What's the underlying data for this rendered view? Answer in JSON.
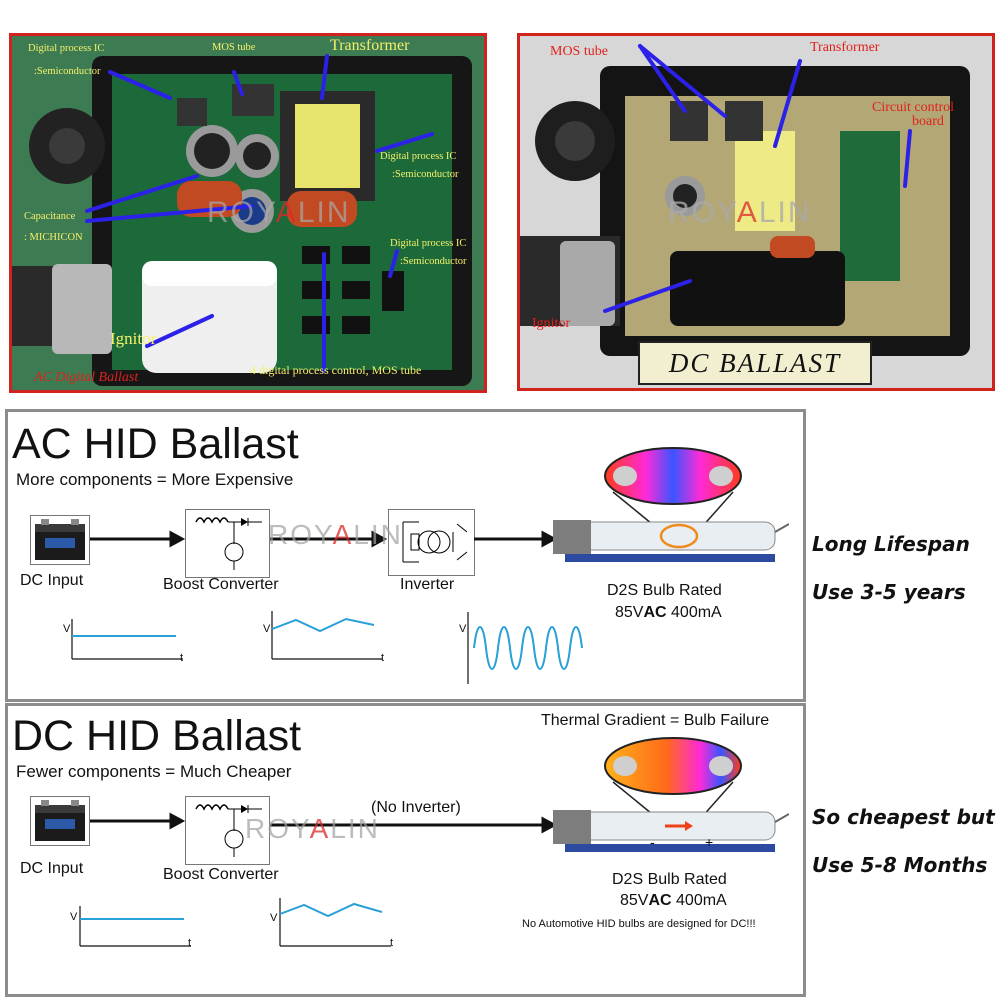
{
  "colors": {
    "frame_red": "#d0231d",
    "panel_gray": "#8c8c8c",
    "arrow_blue": "#2c21e8",
    "wave_blue": "#2aa0d8",
    "pcb_green": "#1f6b3a",
    "ann_yellow": "#f5f06a"
  },
  "watermark": {
    "pre": "ROY",
    "mid": "A",
    "post": "LIN"
  },
  "ac_photo": {
    "labels": {
      "dp_ic1": "Digital process IC",
      "semi1": ":Semiconductor",
      "mos": "MOS tube",
      "transformer": "Transformer",
      "dp_ic2": "Digital process IC",
      "semi2": ":Semiconductor",
      "capacitance": "Capacitance",
      "michicon": ": MICHICON",
      "dp_ic3": "Digital process IC",
      "semi3": ":Semiconductor",
      "ignitor": "Ignitor",
      "mos4": "4 digital process control, MOS tube",
      "caption": "AC Digital Ballast"
    }
  },
  "dc_photo": {
    "labels": {
      "mos": "MOS tube",
      "transformer": "Transformer",
      "circuit": "Circuit control",
      "board": "board",
      "ignitor": "Ignitor",
      "caption": "DC BALLAST"
    }
  },
  "ac_panel": {
    "title": "AC HID Ballast",
    "subtitle": "More components = More Expensive",
    "dc_input": "DC Input",
    "boost": "Boost Converter",
    "inverter": "Inverter",
    "bulb_line1": "D2S Bulb Rated",
    "bulb_pre": "85V",
    "bulb_ac": "AC",
    "bulb_post": " 400mA",
    "axis_v": "V",
    "axis_t": "t"
  },
  "dc_panel": {
    "title": "DC HID Ballast",
    "subtitle": "Fewer components = Much Cheaper",
    "thermal": "Thermal Gradient = Bulb Failure",
    "no_inverter": "(No Inverter)",
    "dc_input": "DC Input",
    "boost": "Boost Converter",
    "bulb_line1": "D2S Bulb Rated",
    "bulb_pre": "85V",
    "bulb_ac": "AC",
    "bulb_post": " 400mA",
    "note": "No Automotive HID bulbs are designed for DC!!!",
    "minus": "-",
    "plus": "+",
    "axis_v": "V",
    "axis_t": "t"
  },
  "side_text": {
    "ac_line1": "Long Lifespan",
    "ac_line2": "Use 3-5 years",
    "dc_line1": "So cheapest but",
    "dc_line2": "Use 5-8 Months"
  }
}
